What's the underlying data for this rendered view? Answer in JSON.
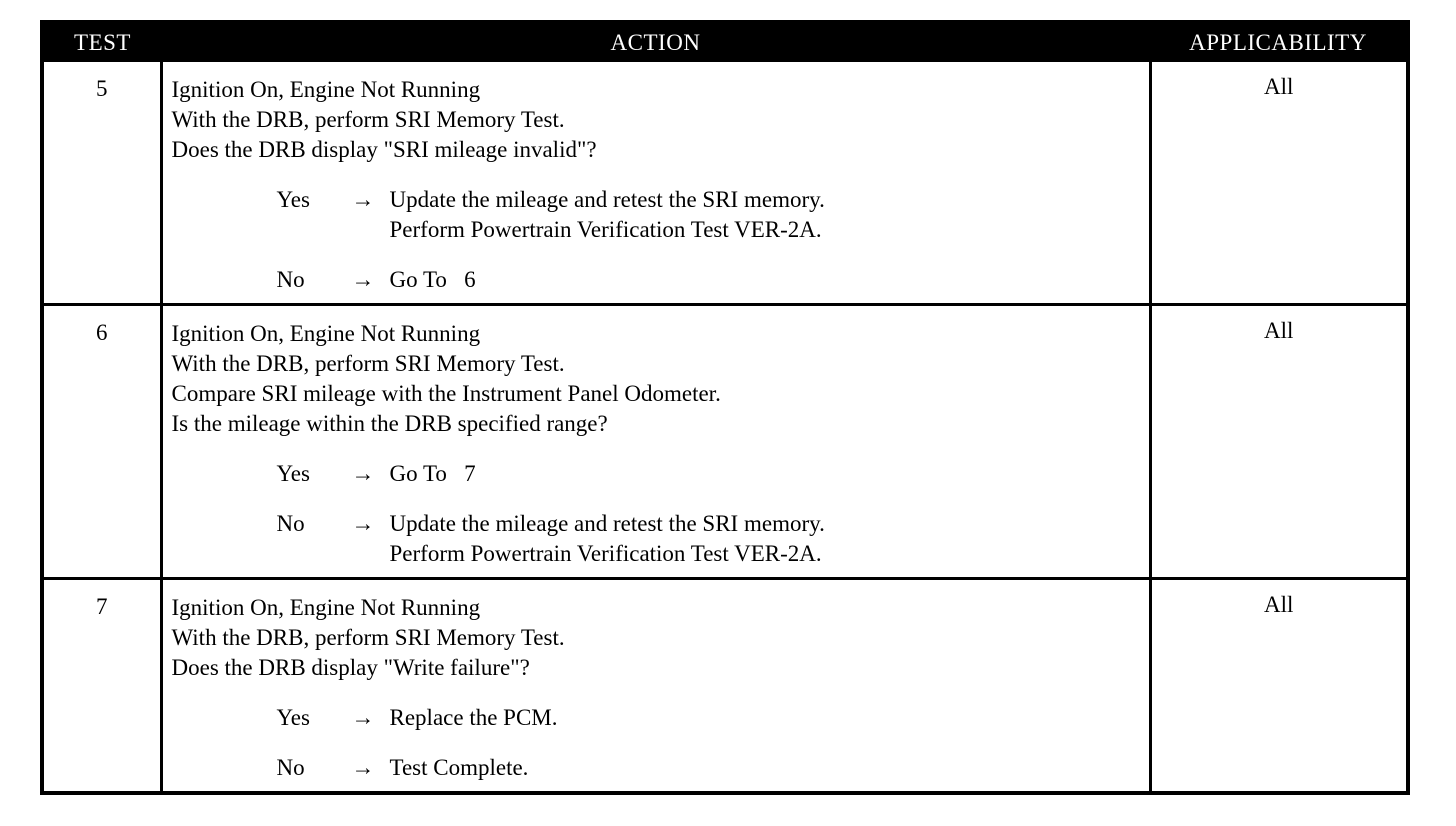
{
  "header": {
    "test": "TEST",
    "action": "ACTION",
    "applicability": "APPLICABILITY"
  },
  "arrow": "→",
  "rows": [
    {
      "test": "5",
      "applicability": "All",
      "lines": [
        "Ignition On, Engine Not Running",
        "With the DRB, perform SRI Memory Test.",
        "Does the DRB display \"SRI mileage invalid\"?"
      ],
      "yes": {
        "label": "Yes",
        "lines": [
          "Update the mileage and retest the SRI memory.",
          "Perform Powertrain Verification Test VER-2A."
        ]
      },
      "no": {
        "label": "No",
        "lines": [
          "Go To   6"
        ]
      }
    },
    {
      "test": "6",
      "applicability": "All",
      "lines": [
        "Ignition On, Engine Not Running",
        "With the DRB, perform SRI Memory Test.",
        "Compare SRI mileage with the Instrument Panel Odometer.",
        "Is the mileage within the DRB specified range?"
      ],
      "yes": {
        "label": "Yes",
        "lines": [
          "Go To   7"
        ]
      },
      "no": {
        "label": "No",
        "lines": [
          "Update the mileage and retest the SRI memory.",
          "Perform Powertrain Verification Test VER-2A."
        ]
      }
    },
    {
      "test": "7",
      "applicability": "All",
      "lines": [
        "Ignition On, Engine Not Running",
        "With the DRB, perform SRI Memory Test.",
        "Does the DRB display \"Write failure\"?"
      ],
      "yes": {
        "label": "Yes",
        "lines": [
          "Replace the PCM."
        ]
      },
      "no": {
        "label": "No",
        "lines": [
          "Test Complete."
        ]
      }
    }
  ]
}
